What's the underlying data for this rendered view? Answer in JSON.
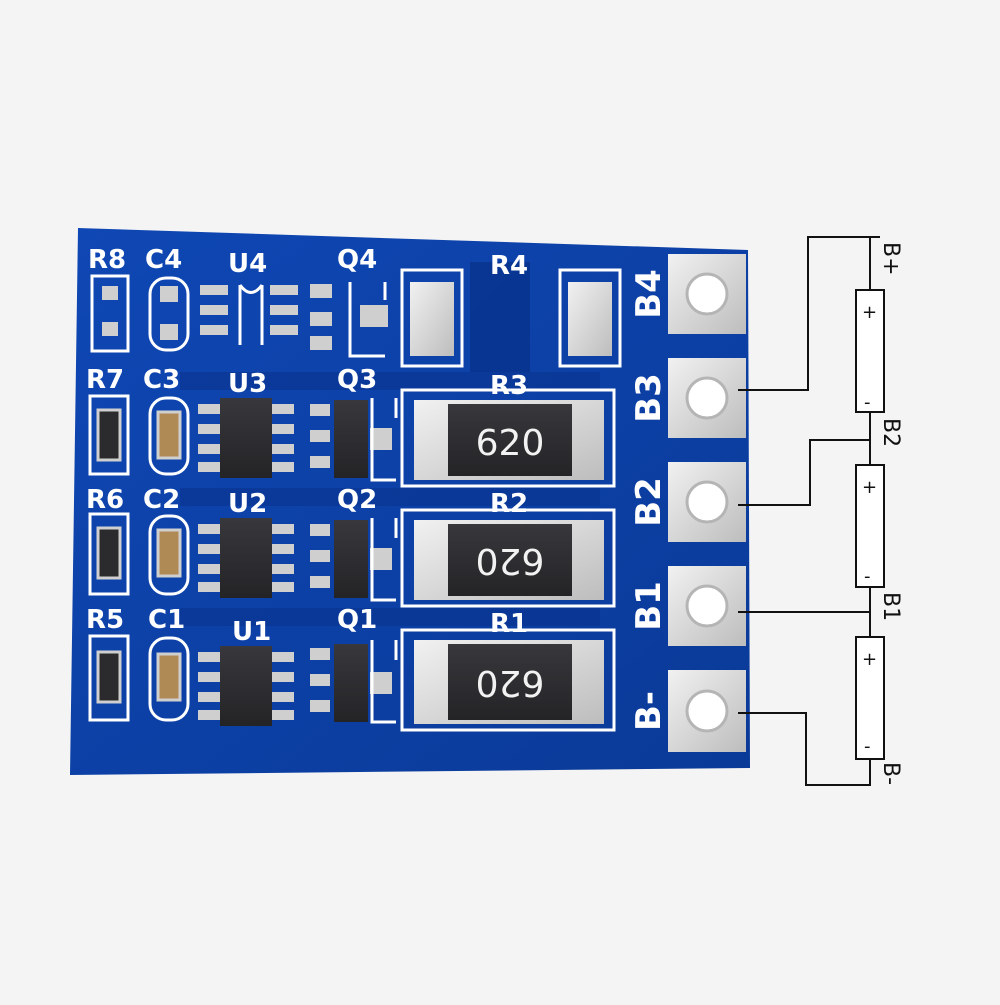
{
  "colors": {
    "background": "#f4f4f4",
    "pcb_blue": "#0d3fa3",
    "pcb_dark": "#082a7a",
    "silk": "#ffffff",
    "chip_black": "#2b2b2e",
    "pad_silver": "#d9d9d9",
    "wire": "#111111"
  },
  "board": {
    "labels": {
      "r8": "R8",
      "c4": "C4",
      "u4": "U4",
      "q4": "Q4",
      "r4": "R4",
      "r7": "R7",
      "c3": "C3",
      "u3": "U3",
      "q3": "Q3",
      "r3": "R3",
      "r6": "R6",
      "c2": "C2",
      "u2": "U2",
      "q2": "Q2",
      "r2": "R2",
      "r5": "R5",
      "c1": "C1",
      "u1": "U1",
      "q1": "Q1",
      "r1": "R1"
    },
    "resistor_markings": {
      "r3": "620",
      "r2": "620",
      "r1": "620"
    },
    "terminals": [
      "B4",
      "B3",
      "B2",
      "B1",
      "B-"
    ]
  },
  "diagram": {
    "labels": [
      "B+",
      "B2",
      "B1",
      "B-"
    ],
    "cell_plus": "+",
    "cell_minus": "-"
  }
}
